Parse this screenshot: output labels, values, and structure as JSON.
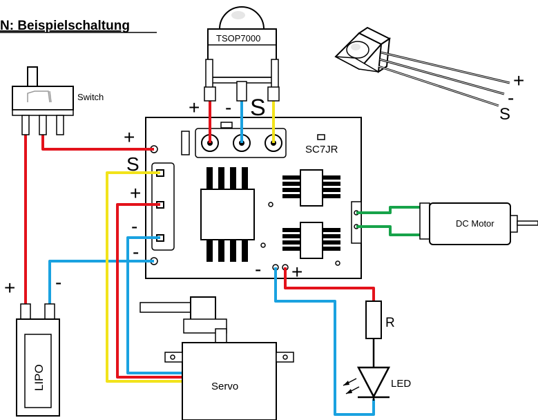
{
  "title": "N: Beispielschaltung",
  "components": {
    "ir_receiver": "TSOP7000",
    "switch": "Switch",
    "controller": "SC7JR",
    "motor": "DC Motor",
    "resistor": "R",
    "led": "LED",
    "servo": "Servo",
    "battery": "LIPO"
  },
  "signs": {
    "tsop_plus": "+",
    "tsop_minus": "-",
    "tsop_signal": "S",
    "switch_plus": "+",
    "servo_signal": "S",
    "servo_plus": "+",
    "servo_minus": "-",
    "batt_minus_in": "-",
    "led_minus": "-",
    "led_plus": "+",
    "lipo_plus": "+",
    "lipo_minus": "-",
    "ir_plus": "+",
    "ir_minus": "-",
    "ir_signal": "S"
  },
  "colors": {
    "red": "#e3121b",
    "blue": "#1aa2e0",
    "yellow": "#f2e31b",
    "green": "#17a34a"
  }
}
